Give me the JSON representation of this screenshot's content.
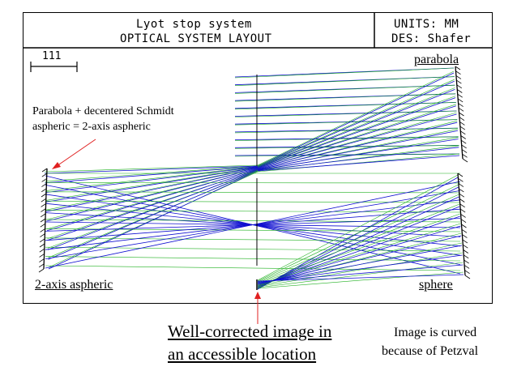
{
  "header": {
    "title_line1": "Lyot stop system",
    "title_line2": "OPTICAL SYSTEM LAYOUT",
    "units": "UNITS: MM",
    "designer": "DES: Shafer"
  },
  "scale_bar": {
    "label": "111"
  },
  "labels": {
    "parabola": "parabola",
    "sphere": "sphere",
    "aspheric_2axis": "2-axis aspheric",
    "annotation_schmidt_line1": "Parabola + decentered Schmidt",
    "annotation_schmidt_line2": "aspheric = 2-axis aspheric",
    "image_line1": "Well-corrected image in",
    "image_line2": "an accessible location",
    "curved_line1": "Image is curved",
    "curved_line2": "because of Petzval"
  },
  "colors": {
    "ray_green": "#1fb01f",
    "ray_blue": "#1010d0",
    "arrow_red": "#e02020",
    "frame": "#000000"
  }
}
